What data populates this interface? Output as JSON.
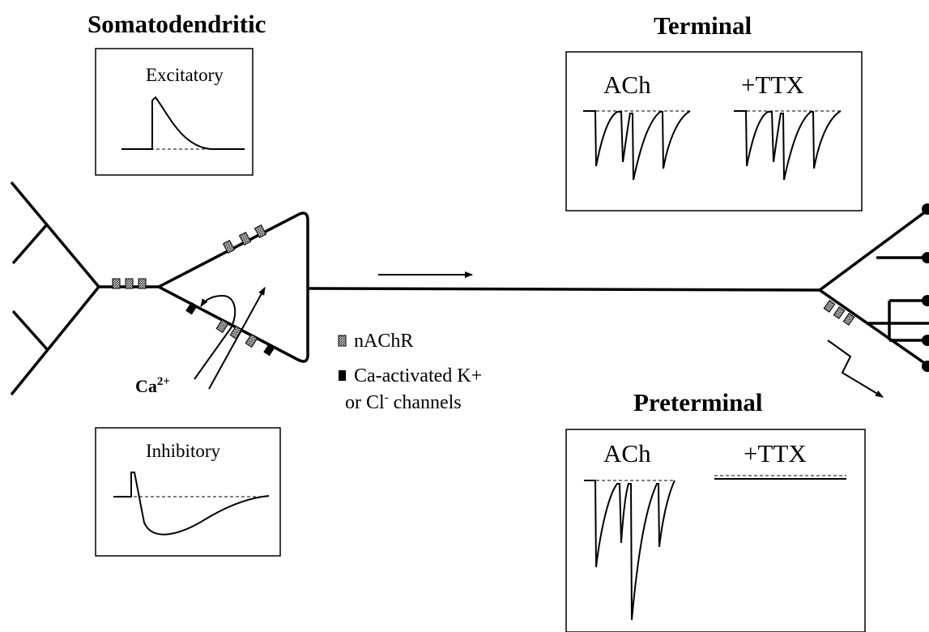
{
  "sections": {
    "somatodendritic": "Somatodendritic",
    "terminal": "Terminal",
    "preterminal": "Preterminal"
  },
  "panels": {
    "excitatory": "Excitatory",
    "inhibitory": "Inhibitory",
    "terminal_left": "ACh",
    "terminal_right": "+TTX",
    "preterminal_left": "ACh",
    "preterminal_right": "+TTX"
  },
  "labels": {
    "calcium": "Ca",
    "calcium_charge": "2+"
  },
  "legend": {
    "nachr": "nAChR",
    "ca_k_line1": "Ca-activated K+",
    "ca_k_line2_a": "or Cl",
    "ca_k_line2_sup": "-",
    "ca_k_line2_b": " channels"
  },
  "icons": {
    "receptor": "hatched-rectangle",
    "channel": "black-rectangle",
    "direction": "right-arrow"
  }
}
